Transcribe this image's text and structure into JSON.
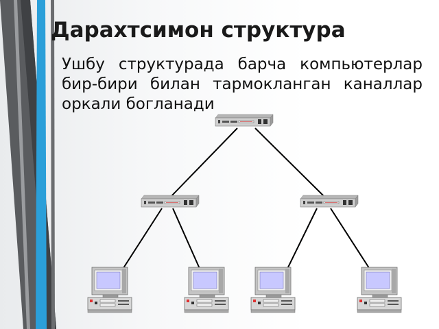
{
  "slide": {
    "title": "Дарахтсимон структура",
    "description": "Ушбу структурада барча компьютерлар бир-бири билан тармокланган каналлар оркали богланади"
  },
  "diagram": {
    "topology": "tree",
    "nodes": [
      {
        "id": "switch-root",
        "kind": "switch",
        "level": 0
      },
      {
        "id": "switch-left",
        "kind": "switch",
        "level": 1,
        "parent": "switch-root"
      },
      {
        "id": "switch-right",
        "kind": "switch",
        "level": 1,
        "parent": "switch-root"
      },
      {
        "id": "computer-1",
        "kind": "computer",
        "level": 2,
        "parent": "switch-left"
      },
      {
        "id": "computer-2",
        "kind": "computer",
        "level": 2,
        "parent": "switch-left"
      },
      {
        "id": "computer-3",
        "kind": "computer",
        "level": 2,
        "parent": "switch-right"
      },
      {
        "id": "computer-4",
        "kind": "computer",
        "level": 2,
        "parent": "switch-right"
      }
    ],
    "colors": {
      "accent_blue": "#2b9fd9",
      "accent_dark": "#4d4f52",
      "link_line": "#000000",
      "screen": "#c8c8ff",
      "device_body": "#dcdcdc"
    }
  }
}
